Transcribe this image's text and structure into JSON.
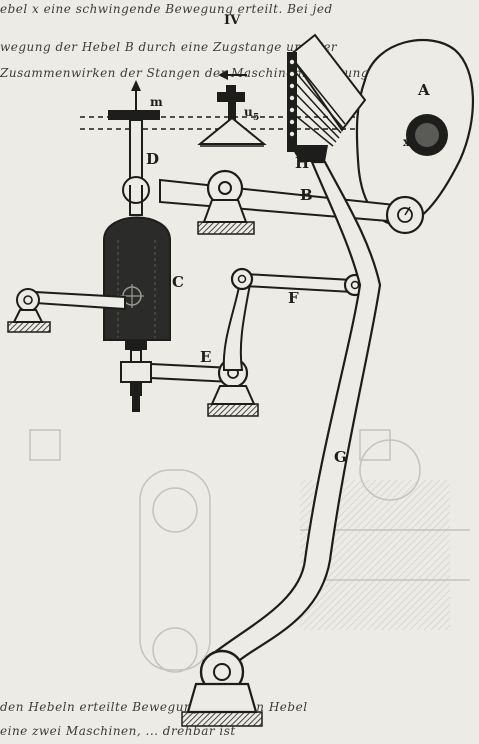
{
  "plate_number": "IV",
  "labels": {
    "A": "A",
    "B": "B",
    "C": "C",
    "D": "D",
    "E": "E",
    "F": "F",
    "G": "G",
    "H": "H",
    "m": "m",
    "u5": "u",
    "u5_sub": "5",
    "x": "x"
  },
  "background_text": {
    "top_1": "ebel x eine schwingende Bewegung erteilt. Bei jed",
    "top_2": "wegung der Hebel B durch eine Zugstange und der",
    "top_3": "Zusammenwirken der Stangen der Maschinenbewegung",
    "bottom_1": "den Hebeln erteilte Bewegung ... diesen Hebel",
    "bottom_2": "eine zwei Maschinen, ... drehbar ist"
  },
  "colors": {
    "ink": "#1d1d1b",
    "paper": "#ecebe6",
    "ghost": "#b9b8b1"
  }
}
